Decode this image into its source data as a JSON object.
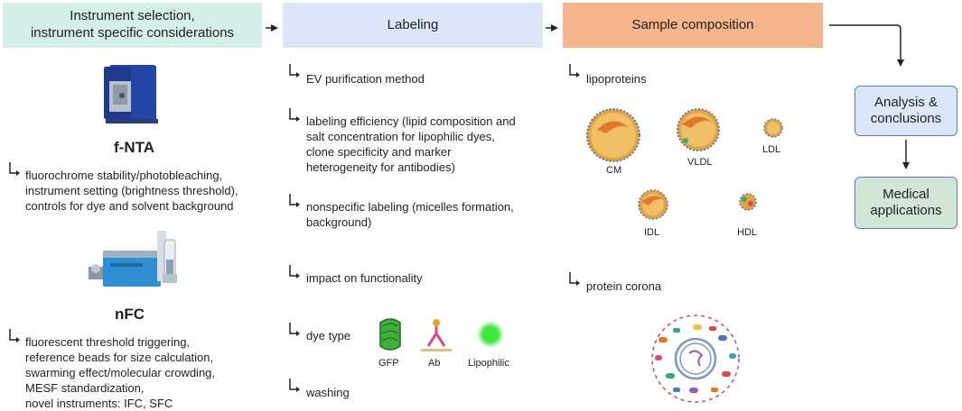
{
  "headers": {
    "instrument": "Instrument selection,\ninstrument specific considerations",
    "labeling": "Labeling",
    "sample": "Sample composition"
  },
  "boxes": {
    "analysis": "Analysis &\nconclusions",
    "medical": "Medical\napplications"
  },
  "instruments": {
    "fnta_label": "f-NTA",
    "fnta_text": "fluorochrome stability/photobleaching,\ninstrument setting (brightness threshold),\ncontrols for dye and solvent background",
    "nfc_label": "nFC",
    "nfc_text": "fluorescent threshold triggering,\nreference beads for size calculation,\nswarming effect/molecular crowding,\nMESF standardization,\nnovel instruments: IFC, SFC"
  },
  "labeling": {
    "items": [
      "EV purification method",
      "labeling efficiency (lipid composition and\nsalt concentration for lipophilic dyes,\nclone specificity and marker\nheterogeneity for antibodies)",
      "nonspecific labeling (micelles formation,\nbackground)",
      "impact on functionality",
      "dye type",
      "washing"
    ],
    "dyes": [
      "GFP",
      "Ab",
      "Lipophilic"
    ]
  },
  "sample": {
    "lipoproteins": "lipoproteins",
    "particles": [
      "CM",
      "VLDL",
      "LDL",
      "IDL",
      "HDL"
    ],
    "corona": "protein corona"
  },
  "colors": {
    "instrument_header": "#d3efe8",
    "labeling_header": "#dde6f7",
    "sample_header": "#f4b68a",
    "analysis_box": "#dbe6f8",
    "medical_box": "#d3e6d6",
    "box_border": "#5b7fc7"
  }
}
